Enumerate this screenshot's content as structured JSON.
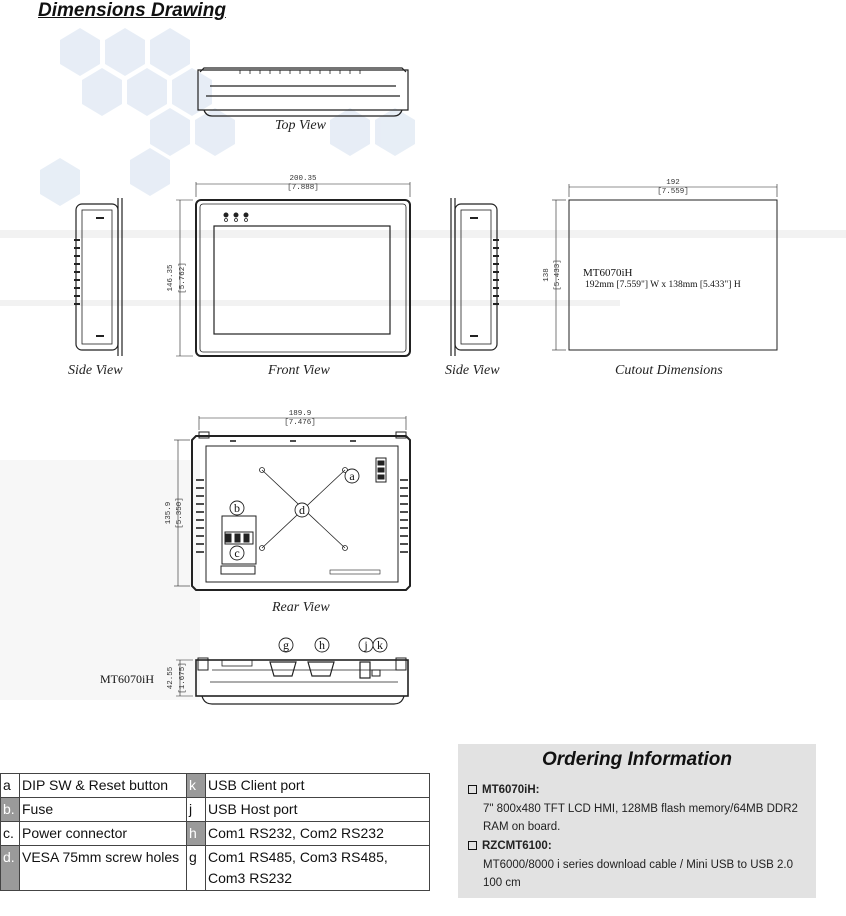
{
  "heading": "Dimensions Drawing",
  "views": {
    "top": "Top View",
    "side_left": "Side View",
    "front": "Front View",
    "side_right": "Side View",
    "cutout": "Cutout Dimensions",
    "rear": "Rear View"
  },
  "dimensions": {
    "front_width_mm": "200.35",
    "front_width_in": "[7.888]",
    "front_height_mm": "146.35",
    "front_height_in": "[5.762]",
    "cutout_width_mm": "192",
    "cutout_width_in": "[7.559]",
    "cutout_height_mm": "138",
    "cutout_height_in": "[5.433]",
    "rear_width_mm": "189.9",
    "rear_width_in": "[7.476]",
    "rear_height_mm": "135.9",
    "rear_height_in": "[5.350]",
    "depth_mm": "42.55",
    "depth_in": "[1.675]"
  },
  "cutout": {
    "model": "MT6070iH",
    "spec": "192mm [7.559\"]  W x 138mm [5.433\"] H"
  },
  "rear_markers": [
    "a",
    "b",
    "c",
    "d"
  ],
  "bottom_markers": [
    "g",
    "h",
    "j",
    "k"
  ],
  "bottom_model": "MT6070iH",
  "legend": [
    {
      "l1": "a",
      "t1": "DIP SW & Reset button",
      "l2": "k",
      "t2": "USB Client port"
    },
    {
      "l1": "b.",
      "t1": "Fuse",
      "l2": "j",
      "t2": "USB Host port"
    },
    {
      "l1": "c.",
      "t1": "Power connector",
      "l2": "h",
      "t2": "Com1 RS232, Com2 RS232"
    },
    {
      "l1": "d.",
      "t1": "VESA 75mm screw holes",
      "l2": "g",
      "t2": "Com1 RS485, Com3 RS485, Com3 RS232"
    }
  ],
  "ordering": {
    "title": "Ordering Information",
    "items": [
      {
        "name": "MT6070iH:",
        "desc": "7\" 800x480 TFT LCD HMI, 128MB flash memory/64MB DDR2 RAM on board."
      },
      {
        "name": "RZCMT6100:",
        "desc": "MT6000/8000 i series download cable / Mini USB to USB 2.0 100 cm"
      }
    ]
  }
}
